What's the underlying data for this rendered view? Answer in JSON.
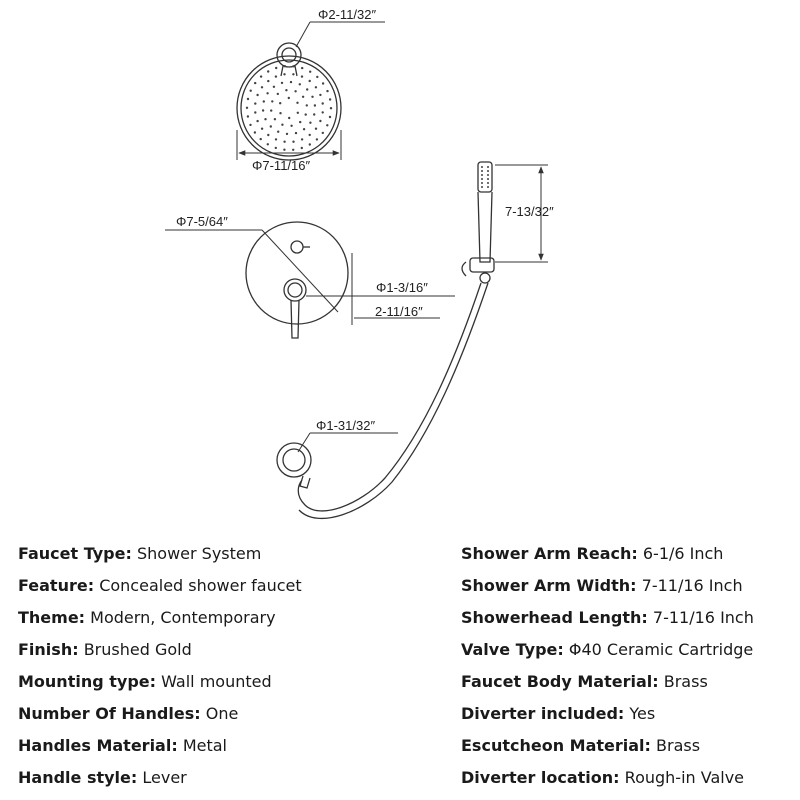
{
  "dimensions": {
    "showerhead_mount_diameter": "Φ2-11/32″",
    "showerhead_diameter": "Φ7-11/16″",
    "handheld_length": "7-13/32″",
    "valve_plate_diameter": "Φ7-5/64″",
    "handle_diameter": "Φ1-3/16″",
    "handle_projection": "2-11/16″",
    "outlet_diameter": "Φ1-31/32″"
  },
  "specs_left": [
    {
      "label": "Faucet Type:",
      "value": "Shower System"
    },
    {
      "label": "Feature:",
      "value": "Concealed shower faucet"
    },
    {
      "label": "Theme:",
      "value": "Modern, Contemporary"
    },
    {
      "label": "Finish:",
      "value": "Brushed Gold"
    },
    {
      "label": "Mounting type:",
      "value": "Wall mounted"
    },
    {
      "label": "Number Of Handles:",
      "value": "One"
    },
    {
      "label": "Handles Material:",
      "value": "Metal"
    },
    {
      "label": "Handle style:",
      "value": "Lever"
    }
  ],
  "specs_right": [
    {
      "label": "Shower Arm Reach:",
      "value": "6-1/6 Inch"
    },
    {
      "label": "Shower Arm Width:",
      "value": "7-11/16 Inch"
    },
    {
      "label": "Showerhead Length:",
      "value": "7-11/16 Inch"
    },
    {
      "label": "Valve Type:",
      "value": "Φ40 Ceramic Cartridge"
    },
    {
      "label": "Faucet Body Material:",
      "value": "Brass"
    },
    {
      "label": "Diverter included:",
      "value": "Yes"
    },
    {
      "label": "Escutcheon Material:",
      "value": "Brass"
    },
    {
      "label": "Diverter location:",
      "value": "Rough-in Valve"
    }
  ]
}
